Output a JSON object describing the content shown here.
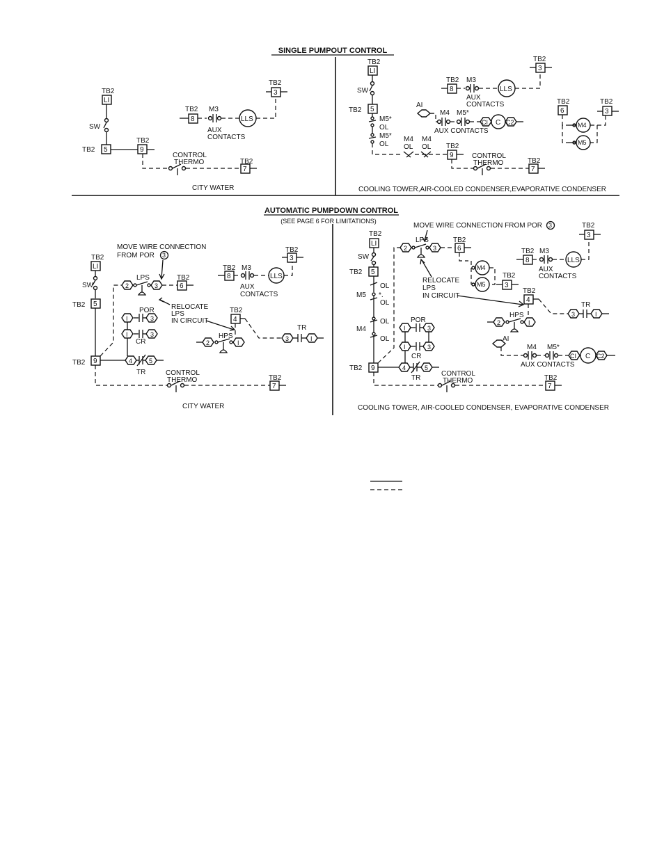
{
  "sections": {
    "single": {
      "title": "SINGLE PUMPOUT CONTROL",
      "left_caption": "CITY WATER",
      "right_caption": "COOLING TOWER,AIR-COOLED CONDENSER,EVAPORATIVE CONDENSER"
    },
    "auto": {
      "title": "AUTOMATIC PUMPDOWN CONTROL",
      "subtitle": "(SEE PAGE 6 FOR LIMITATIONS)",
      "left_caption": "CITY WATER",
      "right_caption": "COOLING TOWER, AIR-COOLED CONDENSER, EVAPORATIVE CONDENSER"
    }
  },
  "labels": {
    "tb2": "TB2",
    "sw": "SW",
    "m3": "M3",
    "m4": "M4",
    "m5": "M5",
    "m5_star": "M5*",
    "ol": "OL",
    "aux": "AUX",
    "contacts": "CONTACTS",
    "aux_contacts": "AUX CONTACTS",
    "control": "CONTROL",
    "thermo": "THERMO",
    "ai": "AI",
    "lps": "LPS",
    "hps": "HPS",
    "por": "POR",
    "cr": "CR",
    "tr": "TR",
    "star_dot": "*.",
    "move_wire_line1": "MOVE WIRE CONNECTION",
    "move_wire_line2": "FROM POR",
    "move_wire_full": "MOVE WIRE CONNECTION FROM POR",
    "relocate": "RELOCATE",
    "lps_word": "LPS",
    "in_circuit": "IN CIRCUIT"
  },
  "nodes": {
    "l1": "LI",
    "t3": "3",
    "t5": "5",
    "t6": "6",
    "t7": "7",
    "t8": "8",
    "t9": "9",
    "n1": "I",
    "n2": "2",
    "n3": "3",
    "n4": "4",
    "n5": "5",
    "lls": "LLS",
    "m4": "M4",
    "m5": "M5",
    "c": "C",
    "c1": "CI",
    "c2": "C2"
  },
  "legend": {
    "solid": "solid line",
    "dashed": "dashed line"
  }
}
